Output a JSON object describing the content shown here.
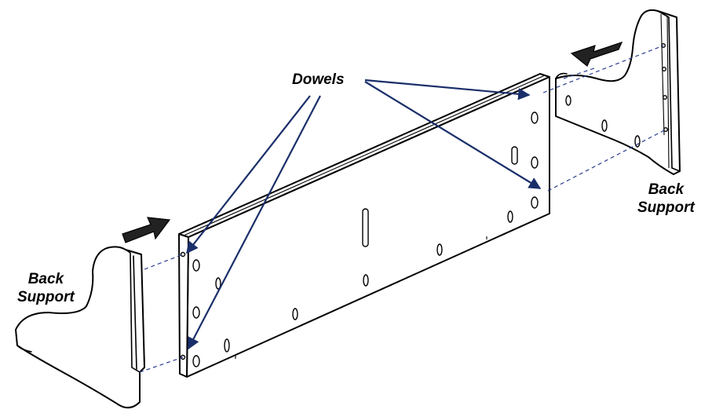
{
  "labels": {
    "dowels": "Dowels",
    "back_support_right_line1": "Back",
    "back_support_right_line2": "Support",
    "back_support_left_line1": "Back",
    "back_support_left_line2": "Support"
  },
  "colors": {
    "callout_arrow": "#1a2f6a",
    "dashed_guide": "#2a3f8f",
    "push_arrow": "#222222",
    "outline": "#000000"
  },
  "icons": [
    "push-arrow-icon",
    "callout-arrow-icon",
    "dowel-icon"
  ]
}
